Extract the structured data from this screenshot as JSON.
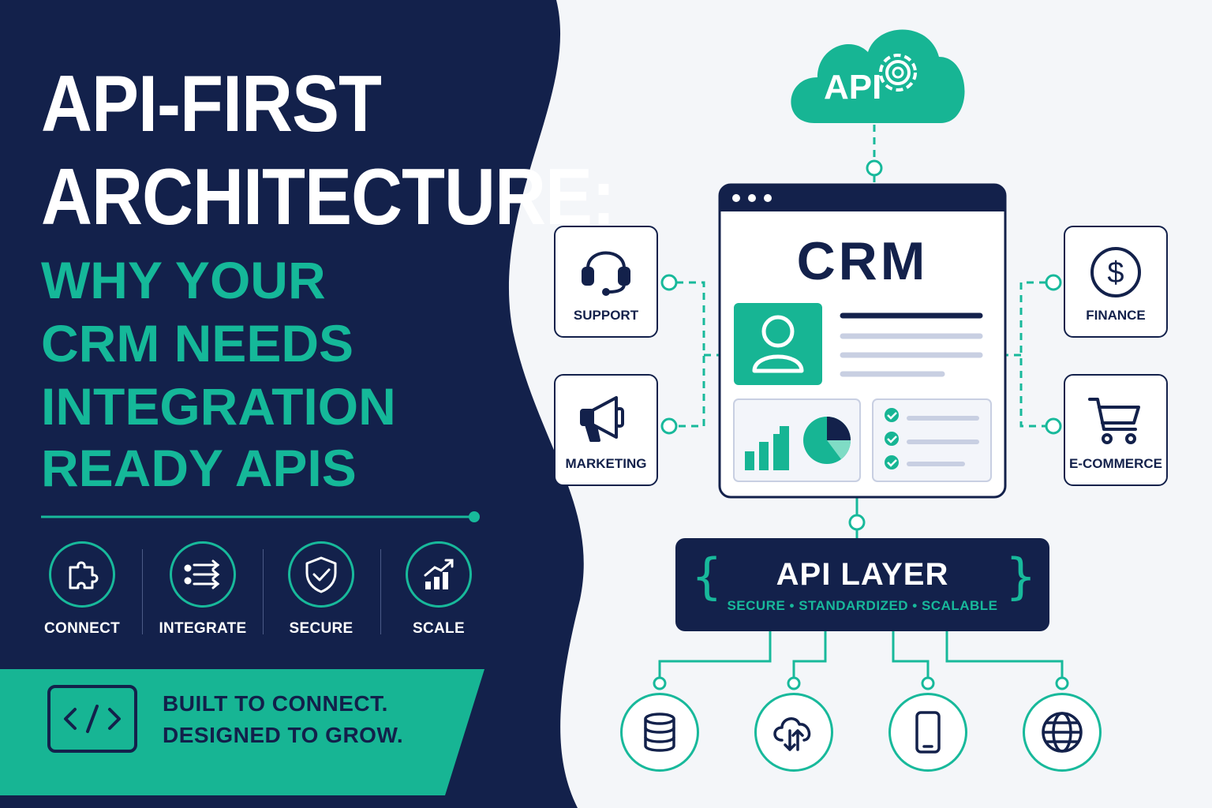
{
  "headline": {
    "line1": "API-FIRST",
    "line2": "ARCHITECTURE:",
    "sub1": "WHY YOUR",
    "sub2": "CRM NEEDS",
    "sub3": "INTEGRATION",
    "sub4": "READY APIS"
  },
  "features": [
    {
      "label": "CONNECT",
      "icon": "puzzle-icon"
    },
    {
      "label": "INTEGRATE",
      "icon": "flow-arrows-icon"
    },
    {
      "label": "SECURE",
      "icon": "shield-check-icon"
    },
    {
      "label": "SCALE",
      "icon": "growth-chart-icon"
    }
  ],
  "tagline": {
    "line1": "BUILT TO CONNECT.",
    "line2": "DESIGNED TO GROW.",
    "icon": "code-icon"
  },
  "cloud": {
    "label": "API",
    "icon": "gear-icon"
  },
  "crm": {
    "title": "CRM",
    "window_icon": "window-dots-icon"
  },
  "services": [
    {
      "label": "SUPPORT",
      "icon": "headset-icon"
    },
    {
      "label": "MARKETING",
      "icon": "megaphone-icon"
    },
    {
      "label": "FINANCE",
      "icon": "dollar-icon"
    },
    {
      "label": "E-COMMERCE",
      "icon": "cart-icon"
    }
  ],
  "api_layer": {
    "title": "API LAYER",
    "subtitle": "SECURE • STANDARDIZED • SCALABLE"
  },
  "endpoints": [
    {
      "icon": "database-icon"
    },
    {
      "icon": "cloud-sync-icon"
    },
    {
      "icon": "mobile-icon"
    },
    {
      "icon": "globe-icon"
    }
  ],
  "colors": {
    "navy": "#13214b",
    "teal": "#18b99b",
    "background": "#f4f6f9",
    "white": "#ffffff"
  }
}
